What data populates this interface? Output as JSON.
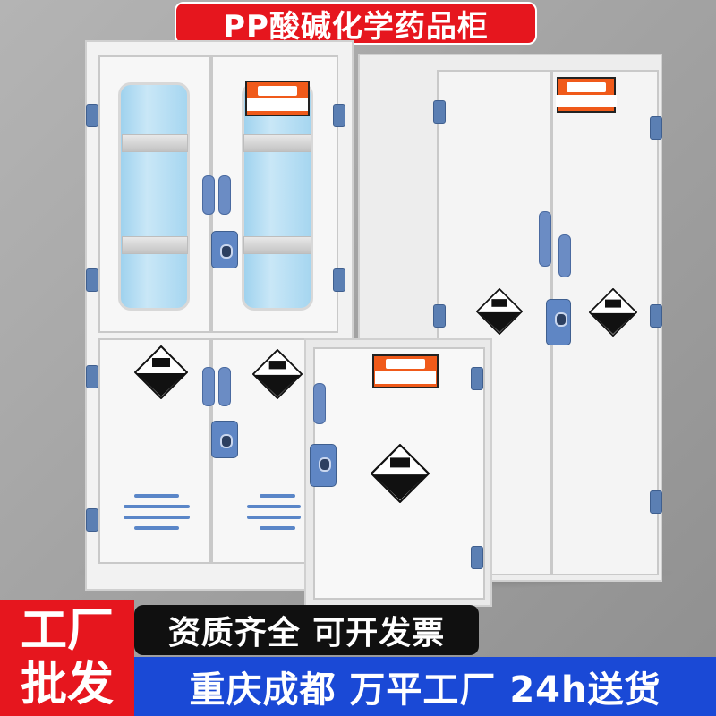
{
  "banner": {
    "title": "PP酸碱化学药品柜"
  },
  "promo": {
    "factory_line1": "工厂",
    "factory_line2": "批发",
    "certification": "资质齐全 可开发票",
    "locations": "重庆成都 万平工厂 24h送货"
  },
  "colors": {
    "banner_red": "#e6161e",
    "promo_blue": "#1a49d6",
    "hardware_blue": "#5b7fb3",
    "warning_orange": "#f05a1a"
  },
  "icons": {
    "corrosive_sign": "corrosive-diamond-icon",
    "warning_label": "warning-label-icon"
  }
}
